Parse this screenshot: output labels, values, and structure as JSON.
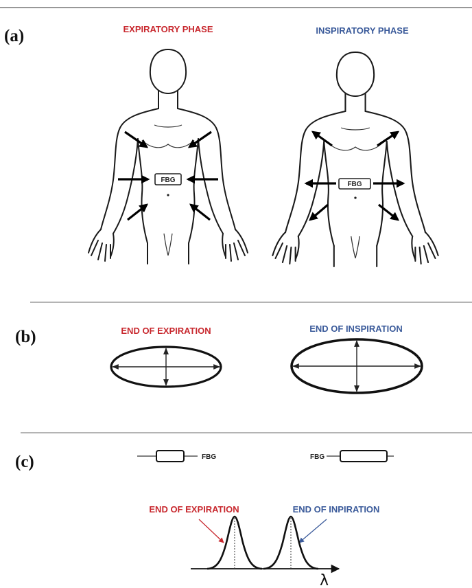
{
  "colors": {
    "expiration": "#c8282e",
    "inspiration": "#3a5a9a",
    "ink": "#111111"
  },
  "panels": {
    "a": {
      "label": "(a)",
      "expiratory_title": "EXPIRATORY PHASE",
      "inspiratory_title": "INSPIRATORY PHASE",
      "fbg_left": "FBG",
      "fbg_right": "FBG"
    },
    "b": {
      "label": "(b)",
      "expiration_title": "END OF EXPIRATION",
      "inspiration_title": "END OF INSPIRATION"
    },
    "c": {
      "label": "(c)",
      "fbg_left": "FBG",
      "fbg_right": "FBG",
      "expiration_title": "END OF EXPIRATION",
      "inspiration_title": "END OF INPIRATION",
      "axis_symbol": "λ"
    }
  }
}
